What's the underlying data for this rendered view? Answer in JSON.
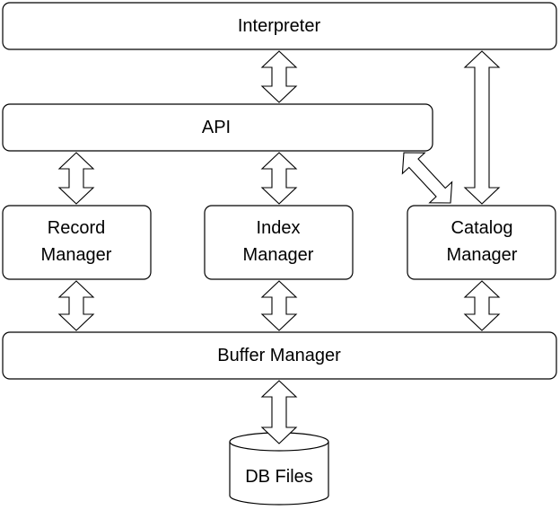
{
  "diagram": {
    "nodes": {
      "interpreter": {
        "label": "Interpreter"
      },
      "api": {
        "label": "API"
      },
      "record_manager": {
        "line1": "Record",
        "line2": "Manager"
      },
      "index_manager": {
        "line1": "Index",
        "line2": "Manager"
      },
      "catalog_manager": {
        "line1": "Catalog",
        "line2": "Manager"
      },
      "buffer_manager": {
        "label": "Buffer Manager"
      },
      "db_files": {
        "label": "DB Files"
      }
    },
    "edges": [
      {
        "from": "interpreter",
        "to": "api",
        "type": "bidirectional"
      },
      {
        "from": "interpreter",
        "to": "catalog_manager",
        "type": "bidirectional"
      },
      {
        "from": "api",
        "to": "record_manager",
        "type": "bidirectional"
      },
      {
        "from": "api",
        "to": "index_manager",
        "type": "bidirectional"
      },
      {
        "from": "api",
        "to": "catalog_manager",
        "type": "bidirectional"
      },
      {
        "from": "record_manager",
        "to": "buffer_manager",
        "type": "bidirectional"
      },
      {
        "from": "index_manager",
        "to": "buffer_manager",
        "type": "bidirectional"
      },
      {
        "from": "catalog_manager",
        "to": "buffer_manager",
        "type": "bidirectional"
      },
      {
        "from": "buffer_manager",
        "to": "db_files",
        "type": "bidirectional"
      }
    ]
  }
}
